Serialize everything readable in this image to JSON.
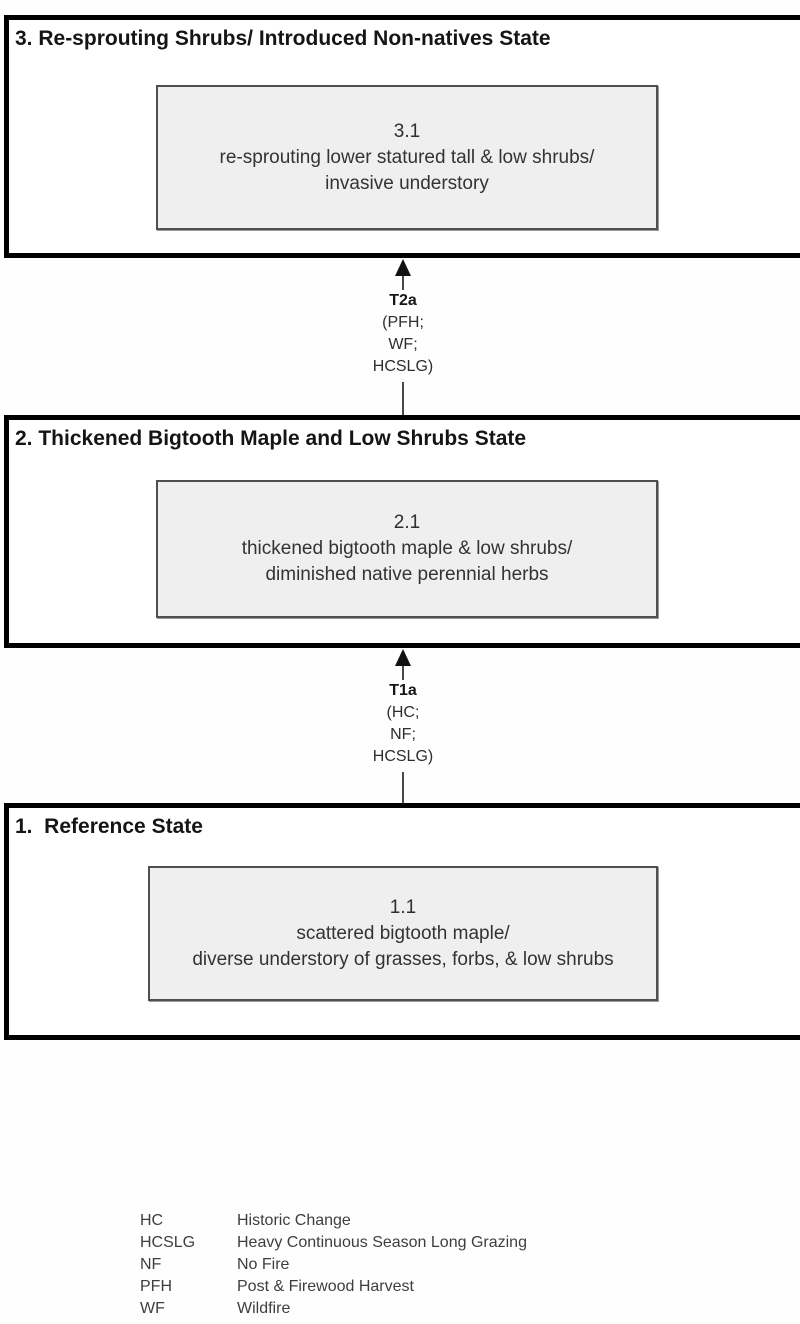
{
  "diagram": {
    "states": [
      {
        "title": "3. Re-sprouting Shrubs/ Introduced Non-natives State",
        "community": {
          "code": "3.1",
          "line1": "re-sprouting lower statured tall & low shrubs/",
          "line2": "invasive understory"
        }
      },
      {
        "title": "2. Thickened Bigtooth Maple and Low Shrubs State",
        "community": {
          "code": "2.1",
          "line1": "thickened bigtooth maple & low shrubs/",
          "line2": "diminished native perennial herbs"
        }
      },
      {
        "title": "1.  Reference State",
        "community": {
          "code": "1.1",
          "line1": "scattered bigtooth maple/",
          "line2": "diverse understory of grasses, forbs, & low shrubs"
        }
      }
    ],
    "transitions": [
      {
        "code": "T2a",
        "cause1": "(PFH;",
        "cause2": "WF;",
        "cause3": "HCSLG)",
        "from_state": "2",
        "to_state": "3"
      },
      {
        "code": "T1a",
        "cause1": "(HC;",
        "cause2": "NF;",
        "cause3": "HCSLG)",
        "from_state": "1",
        "to_state": "2"
      }
    ],
    "legend": [
      {
        "abbr": "HC",
        "definition": "Historic Change"
      },
      {
        "abbr": "HCSLG",
        "definition": "Heavy Continuous Season Long Grazing"
      },
      {
        "abbr": "NF",
        "definition": "No Fire"
      },
      {
        "abbr": "PFH",
        "definition": "Post & Firewood Harvest"
      },
      {
        "abbr": "WF",
        "definition": "Wildfire"
      }
    ],
    "colors": {
      "state_border": "#000000",
      "community_fill": "#efefef",
      "community_border": "#4f4f4f",
      "arrow": "#4a4a4a",
      "arrowhead": "#111111",
      "background": "#ffffff"
    }
  }
}
